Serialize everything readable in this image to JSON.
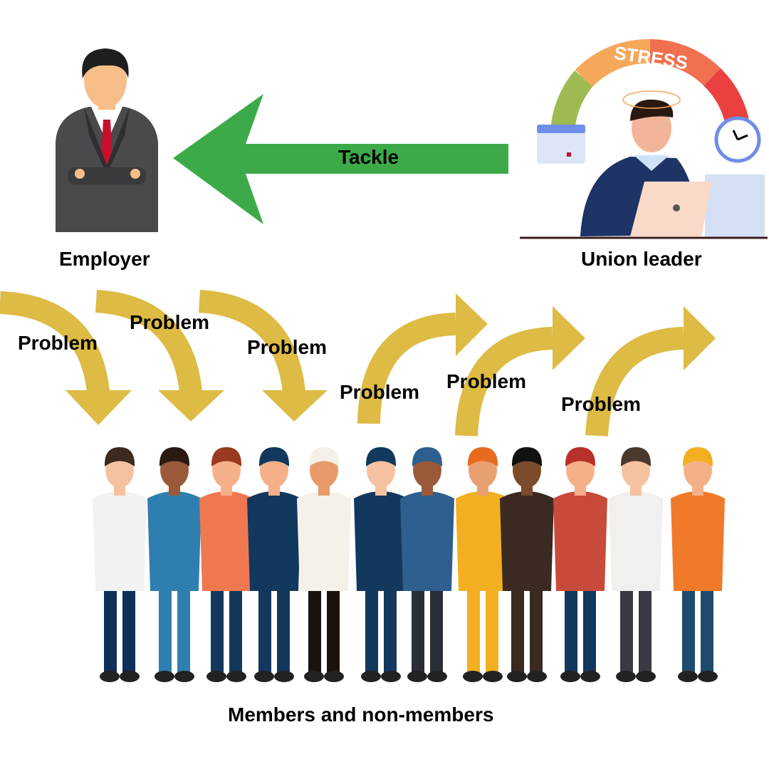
{
  "labels": {
    "employer": "Employer",
    "union_leader": "Union leader",
    "members": "Members and non-members",
    "tackle": "Tackle",
    "stress": "STRESS"
  },
  "problems": [
    "Problem",
    "Problem",
    "Problem",
    "Problem",
    "Problem",
    "Problem"
  ],
  "colors": {
    "tackle_arrow": "#3DAA4A",
    "problem_arrow": "#DDBB44",
    "suit": "#4A4A4C",
    "tie": "#C8102E",
    "skin": "#F8BE8A",
    "stress_green": "#9DBB52",
    "stress_orange": "#F6A85A",
    "stress_coral": "#F07050",
    "stress_red": "#EA4140",
    "sweater": "#1E3366",
    "laptop": "#F9D9C8"
  }
}
